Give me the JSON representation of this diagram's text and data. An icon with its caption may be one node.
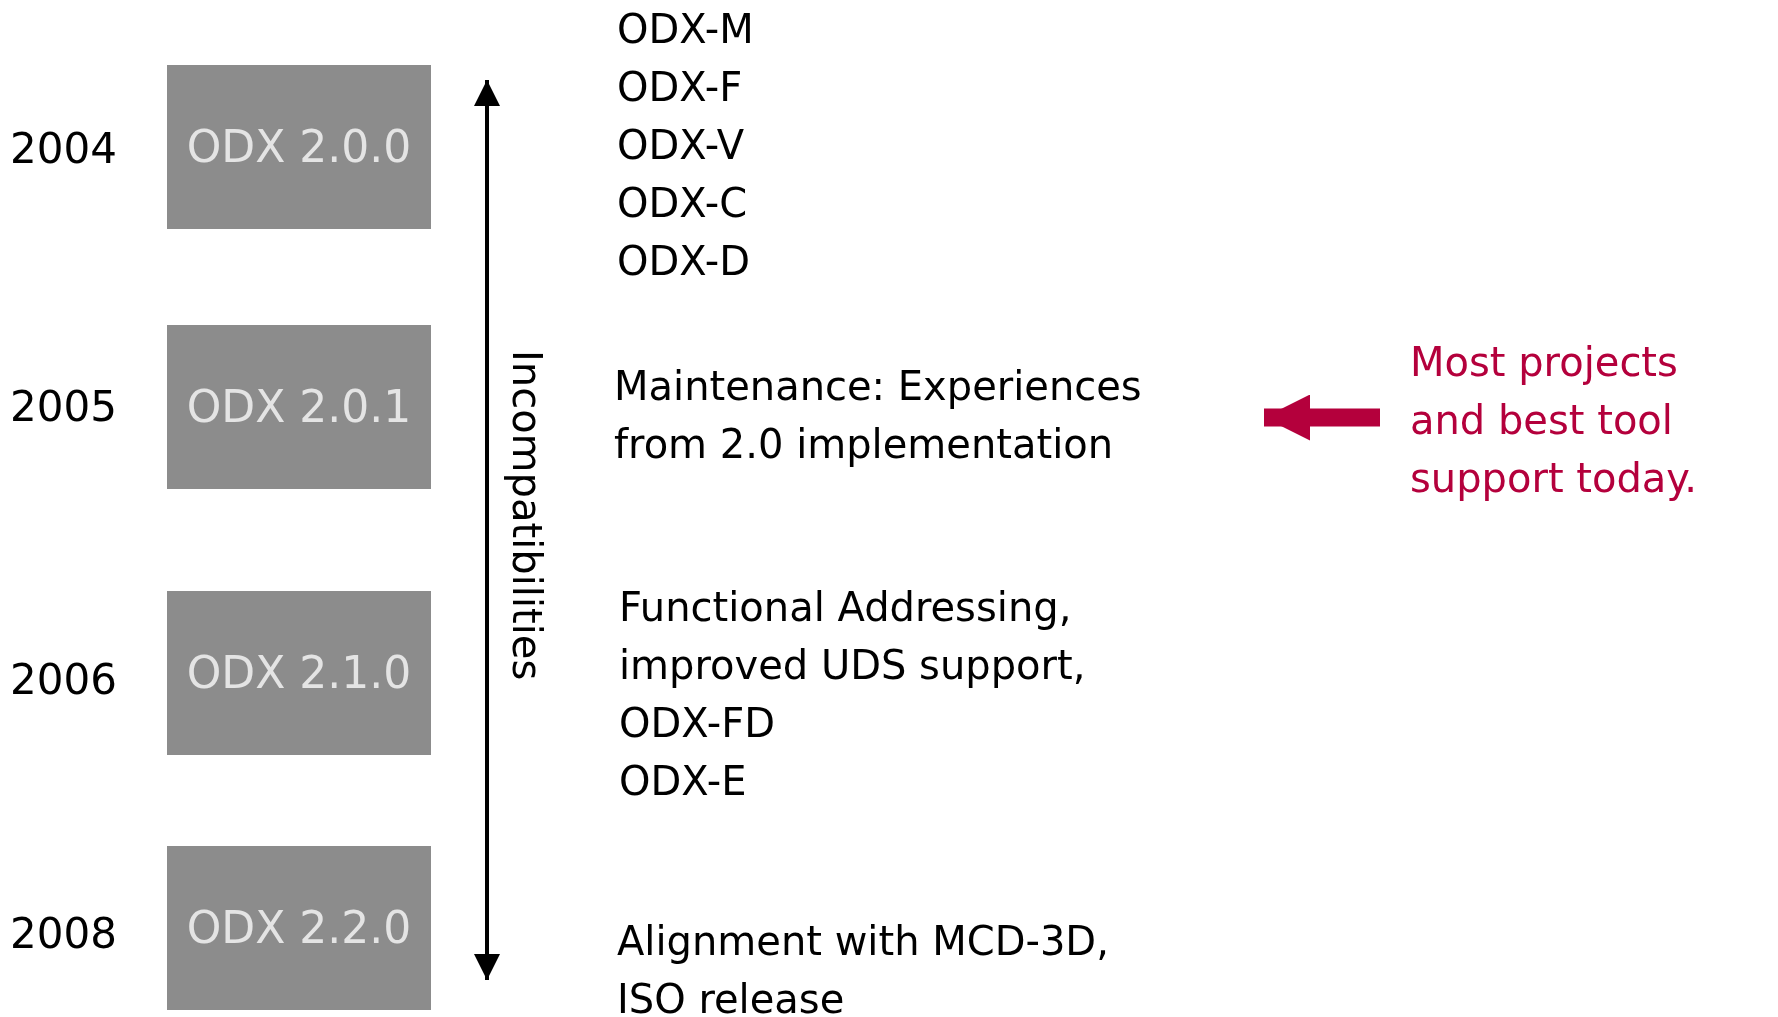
{
  "diagram": {
    "nodes": [
      {
        "text": [
          "ODX 2.0.0"
        ],
        "beside": [
          "2004"
        ]
      },
      {
        "text": [
          "ODX 2.0.1"
        ],
        "beside": [
          "2005"
        ]
      },
      {
        "text": [
          "ODX 2.1.0"
        ],
        "beside": [
          "2006"
        ]
      },
      {
        "text": [
          "ODX 2.2.0"
        ],
        "beside": [
          "2008"
        ]
      },
      {
        "text": [
          "Maintenance: Experiences from 2.0 implementation"
        ]
      },
      {
        "text": [
          "Most projects and best tool support today."
        ]
      }
    ],
    "edges": [
      {
        "from": 5,
        "to": 4,
        "arrow": "to",
        "color": "#b4003c"
      }
    ],
    "labels": [
      "ODX-M",
      "ODX-F",
      "ODX-V",
      "ODX-C",
      "ODX-D",
      "Incompatibilities",
      "Functional Addressing, improved UDS support,",
      "ODX-FD",
      "ODX-E",
      "Alignment with MCD-3D, ISO release"
    ]
  }
}
